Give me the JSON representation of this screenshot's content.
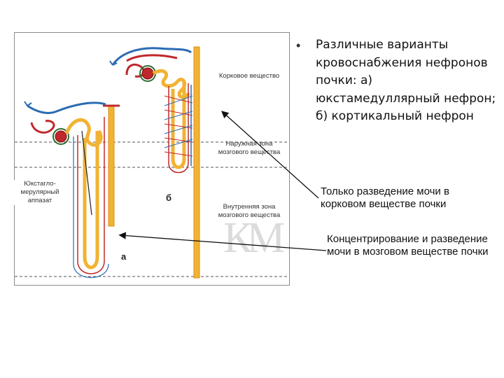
{
  "caption": {
    "bullet": "•",
    "text": "Различные варианты кровоснабжения нефронов почки: а) юкстамедуллярный нефрон; б) кортикальный нефрон"
  },
  "diagram": {
    "zones": {
      "cortex": "Корковое вещество",
      "outer_medulla": "Наружная зона мозгового вещества",
      "inner_medulla": "Внутренняя зона мозгового вещества"
    },
    "jga_label": "Юкстагло-мерулярный аппазат",
    "label_a": "а",
    "label_b": "б",
    "watermark": "КМ"
  },
  "notes": {
    "cortical": "Только разведение мочи в корковом веществе почки",
    "juxtamedullary": "Концентрирование и разведение мочи в мозговом веществе почки"
  },
  "colors": {
    "artery": "#c0282b",
    "vein": "#2a6bb3",
    "tubule": "#f2b233",
    "tubule_dark": "#e0901a",
    "dashed_line": "#555555"
  }
}
